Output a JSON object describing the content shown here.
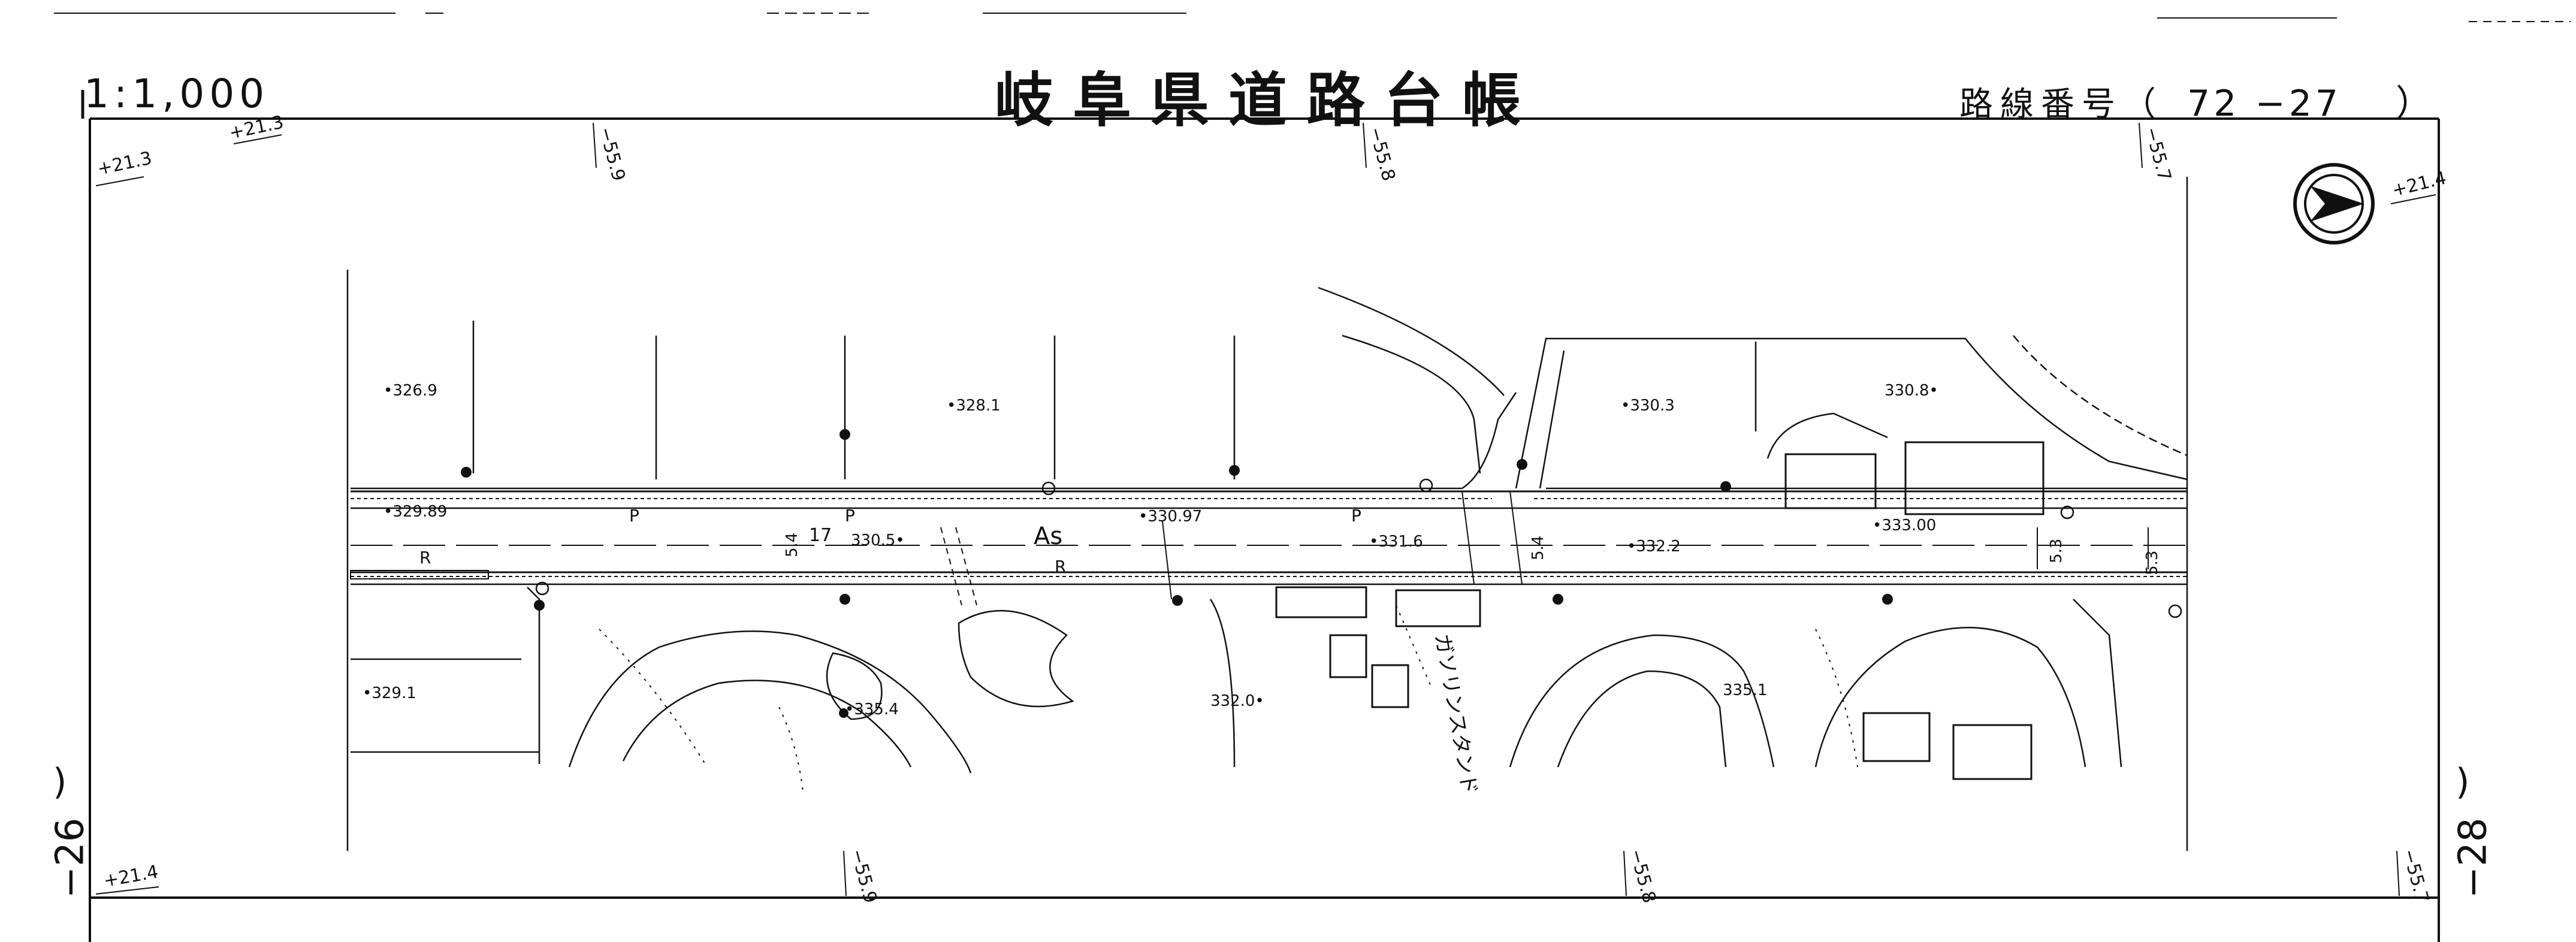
{
  "header": {
    "scale": "1:1,000",
    "title": "岐阜県道路台帳",
    "route_label": "路線番号（",
    "route_number": "72 −27",
    "route_close": "）"
  },
  "sheets": {
    "left": "−26",
    "right": "−28",
    "paren": ")"
  },
  "grid_labels": {
    "top_left_a": "+21.3",
    "top_left_b": "+21.3",
    "top_right": "+21.4",
    "bottom_left": "+21.4",
    "top_1": "−55.9",
    "top_2": "−55.8",
    "top_3": "−55.7",
    "bottom_1": "−55.9",
    "bottom_2": "−55.8",
    "bottom_3": "−55.7"
  },
  "elevations": {
    "e1": "•326.9",
    "e2": "•328.1",
    "e3": "•330.3",
    "e4": "330.8•",
    "e5": "•329.89",
    "e6": "•330.97",
    "e7": "330.5•",
    "e8": "•331.6",
    "e9": "•332.2",
    "e10": "•333.00",
    "e11": "•329.1",
    "e12": "•335.4",
    "e13": "332.0•",
    "e14": "335.1"
  },
  "road_labels": {
    "pavement": "As",
    "p1": "P",
    "p2": "P",
    "p3": "P",
    "r1": "R",
    "r2": "R",
    "w1": "5.4",
    "w2": "5.4",
    "w3": "5.3",
    "w4": "5.3",
    "n17": "17"
  },
  "features": {
    "gas_station": "ガソリンスタンド"
  },
  "colors": {
    "ink": "#111111",
    "paper": "#ffffff"
  }
}
